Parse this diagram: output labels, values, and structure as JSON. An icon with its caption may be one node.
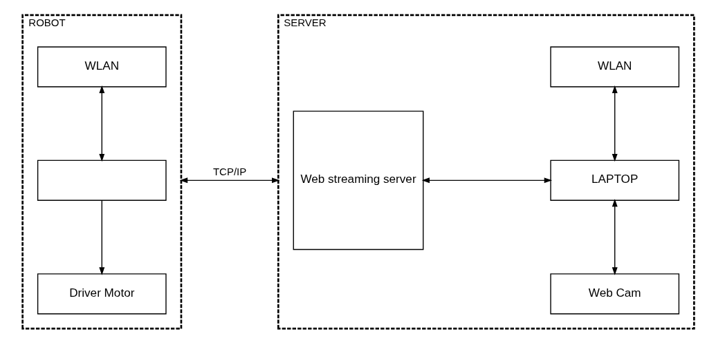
{
  "diagram": {
    "nodes": [
      {
        "text": [
          "ROBOT"
        ]
      },
      {
        "text": [
          "WLAN"
        ],
        "in": 0
      },
      {
        "text": [],
        "shape": "box",
        "in": 0
      },
      {
        "text": [
          "Driver Motor"
        ],
        "in": 0
      },
      {
        "text": [
          "SERVER"
        ]
      },
      {
        "text": [
          "Web streaming server"
        ],
        "in": 4
      },
      {
        "text": [
          "WLAN"
        ],
        "in": 4
      },
      {
        "text": [
          "LAPTOP"
        ],
        "in": 4
      },
      {
        "text": [
          "Web Cam"
        ],
        "in": 4
      }
    ],
    "edges": [
      {
        "from": 1,
        "to": 2,
        "arrow": "both"
      },
      {
        "from": 2,
        "to": 3,
        "arrow": "to"
      },
      {
        "from": 0,
        "to": 4,
        "arrow": "both",
        "label": "TCP/IP"
      },
      {
        "from": 5,
        "to": 7,
        "arrow": "both"
      },
      {
        "from": 6,
        "to": 7,
        "arrow": "both"
      },
      {
        "from": 7,
        "to": 8,
        "arrow": "both"
      }
    ]
  }
}
